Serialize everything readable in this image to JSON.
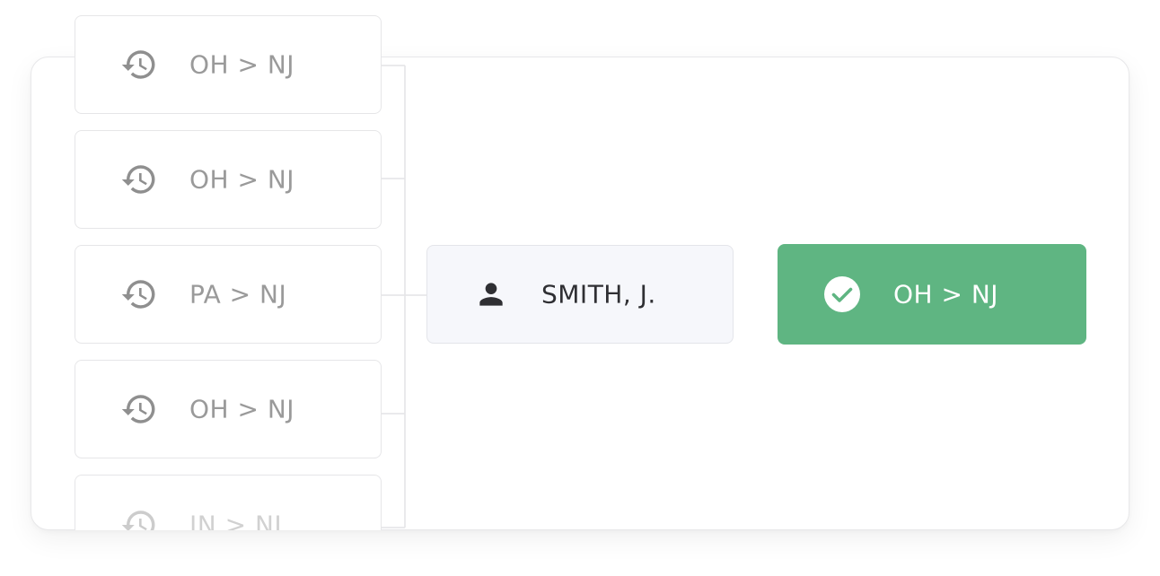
{
  "history": [
    {
      "label": "OH > NJ",
      "icon": "history-icon"
    },
    {
      "label": "OH > NJ",
      "icon": "history-icon"
    },
    {
      "label": "PA > NJ",
      "icon": "history-icon"
    },
    {
      "label": "OH > NJ",
      "icon": "history-icon"
    },
    {
      "label": "IN > NJ",
      "icon": "history-icon"
    }
  ],
  "person": {
    "label": "SMITH, J.",
    "icon": "person-icon"
  },
  "result": {
    "label": "OH > NJ",
    "icon": "check-circle-icon"
  },
  "colors": {
    "result_background": "#5fb582",
    "person_background": "#f6f7fb",
    "history_text": "#9a9a9a",
    "person_text": "#2f2f33",
    "connector": "#e4e4e6"
  }
}
